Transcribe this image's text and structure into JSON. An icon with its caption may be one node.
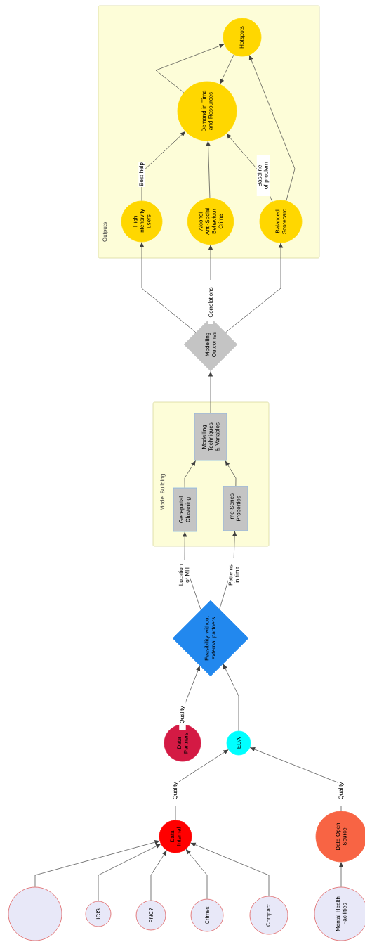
{
  "diagram": {
    "nodes": [
      {
        "text": [],
        "shape": "circle"
      },
      {
        "text": [
          "ICIS"
        ]
      },
      {
        "text": [
          "PNC?"
        ]
      },
      {
        "text": [
          "Crimes"
        ]
      },
      {
        "text": [
          "Compact"
        ]
      },
      {
        "text": [
          "Mental Health Facilities"
        ]
      },
      {
        "text": [
          "Data Internal"
        ]
      },
      {
        "text": [
          "Data Open Source"
        ]
      },
      {
        "text": [
          "Data Partners"
        ]
      },
      {
        "text": [
          "EDA"
        ]
      },
      {
        "text": [
          "Feasibility without external partners"
        ]
      },
      {
        "text": [
          "Model Building"
        ]
      },
      {
        "text": [
          "Geospatial Clustering"
        ],
        "in": 11
      },
      {
        "text": [
          "Time Series Properties"
        ],
        "in": 11
      },
      {
        "text": [
          "Modelling Techniques & Variables"
        ],
        "in": 11
      },
      {
        "text": [
          "Modelling Outcomes"
        ]
      },
      {
        "text": [
          "Outputs"
        ]
      },
      {
        "text": [
          "High intensivity users"
        ],
        "in": 16
      },
      {
        "text": [
          "Alcohol Anti-Social Behaviour Crime"
        ],
        "in": 16
      },
      {
        "text": [
          "Balanced Scorecard"
        ],
        "in": 16
      },
      {
        "text": [
          "Demand in Time and Resources"
        ],
        "in": 16
      },
      {
        "text": [
          "Hotspots"
        ],
        "in": 16
      }
    ],
    "edges": [
      {
        "from": 0,
        "to": 6,
        "arrow": "to"
      },
      {
        "from": 1,
        "to": 6,
        "arrow": "to"
      },
      {
        "from": 2,
        "to": 6,
        "arrow": "to"
      },
      {
        "from": 3,
        "to": 6,
        "arrow": "to"
      },
      {
        "from": 4,
        "to": 6,
        "arrow": "to"
      },
      {
        "from": 5,
        "to": 7,
        "arrow": "to"
      },
      {
        "from": 6,
        "to": 9,
        "arrow": "to",
        "label": "Quality"
      },
      {
        "from": 7,
        "to": 9,
        "arrow": "to",
        "label": "Quality"
      },
      {
        "from": 8,
        "to": 10,
        "arrow": "to",
        "label": "Quality"
      },
      {
        "from": 9,
        "to": 10,
        "arrow": "to"
      },
      {
        "from": 10,
        "to": 12,
        "arrow": "to",
        "label": "Location of MH"
      },
      {
        "from": 10,
        "to": 13,
        "arrow": "to",
        "label": "Patterns in time"
      },
      {
        "from": 12,
        "to": 14,
        "arrow": "to"
      },
      {
        "from": 13,
        "to": 14,
        "arrow": "to"
      },
      {
        "from": 14,
        "to": 15,
        "arrow": "to"
      },
      {
        "from": 15,
        "to": 17,
        "arrow": "to"
      },
      {
        "from": 15,
        "to": 18,
        "arrow": "to",
        "label": "Correlations"
      },
      {
        "from": 15,
        "to": 19,
        "arrow": "to"
      },
      {
        "from": 17,
        "to": 20,
        "arrow": "to",
        "label": "Best help"
      },
      {
        "from": 18,
        "to": 20,
        "arrow": "to"
      },
      {
        "from": 19,
        "to": 20,
        "arrow": "to",
        "label": "Baseline of problem"
      },
      {
        "from": 19,
        "to": 21,
        "arrow": "to"
      },
      {
        "from": 20,
        "to": 21,
        "arrow": "to"
      },
      {
        "from": 21,
        "to": 20,
        "arrow": "to"
      }
    ]
  }
}
